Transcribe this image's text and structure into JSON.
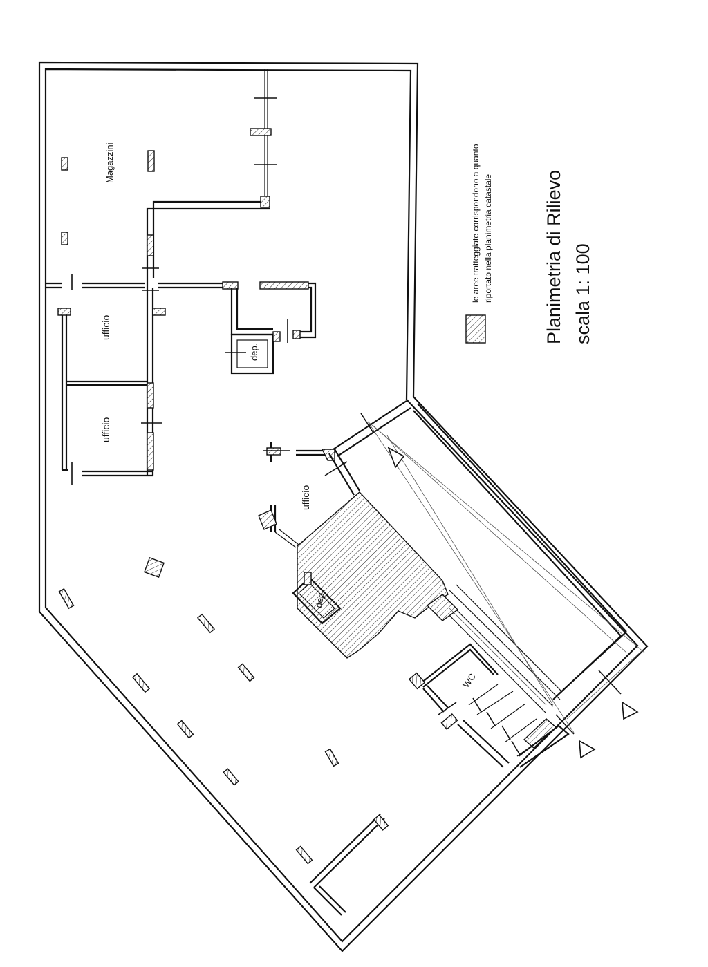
{
  "plan": {
    "rooms": {
      "magazzini": "Magazzini",
      "ufficio_1": "ufficio",
      "ufficio_2": "ufficio",
      "ufficio_3": "ufficio",
      "dep_1": "dep.",
      "dep_2": "dep.",
      "wc": "WC"
    },
    "legend": {
      "line1": "le aree tratteggiate corrispondono a quanto",
      "line2": "riportato nella planimetria catastale"
    },
    "title": {
      "line1": "Planimetria di Rilievo",
      "line2": "scala 1: 100"
    }
  }
}
